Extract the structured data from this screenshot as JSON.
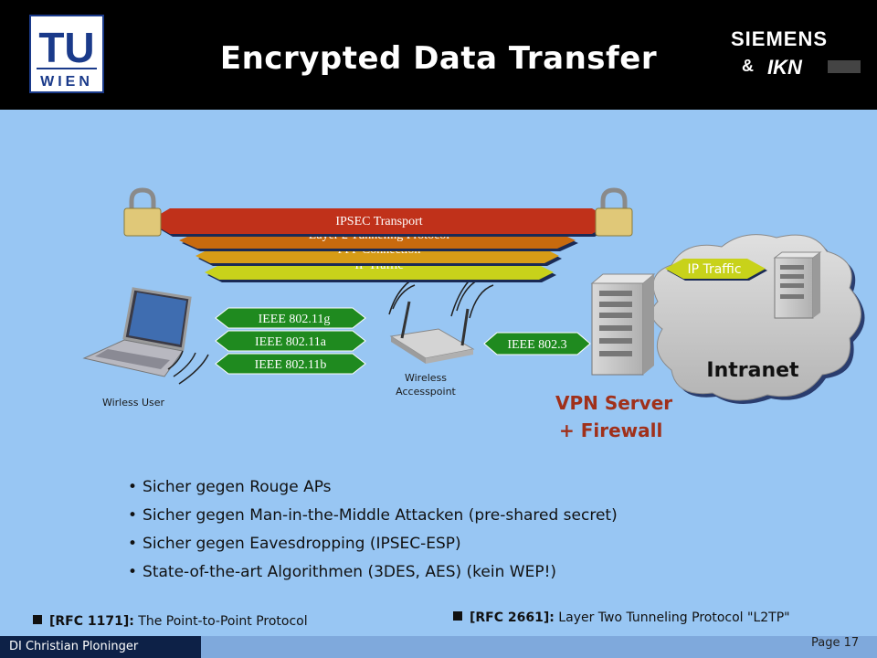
{
  "header": {
    "title": "Encrypted Data Transfer",
    "tu_logo": {
      "line1": "TU",
      "line2": "WIEN"
    },
    "siemens": "SIEMENS",
    "amp": "&",
    "ikn": "IKN"
  },
  "diagram": {
    "tunnels": [
      "IPSEC Transport",
      "Layer 2 Tunneling Protocol",
      "PPP Connection",
      "IP Traffic"
    ],
    "wifi_standards": [
      "IEEE 802.11g",
      "IEEE 802.11a",
      "IEEE 802.11b"
    ],
    "ethernet": "IEEE 802.3",
    "ip_traffic": "IP Traffic",
    "intranet": "Intranet",
    "wireless_user": "Wirless User",
    "accesspoint": "Wireless\nAccesspoint",
    "vpn_server": "VPN Server",
    "firewall": "+ Firewall",
    "colors": {
      "ipsec": "#c0311a",
      "l2tp": "#c86a0e",
      "ppp": "#d79c16",
      "ip": "#c8d21a",
      "green": "#1f8a1f",
      "vpn_text": "#a0301a"
    }
  },
  "bullets": [
    "Sicher gegen Rouge APs",
    "Sicher gegen Man-in-the-Middle Attacken (pre-shared secret)",
    "Sicher gegen Eavesdropping (IPSEC-ESP)",
    "State-of-the-art Algorithmen (3DES, AES) (kein WEP!)"
  ],
  "references": [
    {
      "id": "[RFC 1171]:",
      "text": " The Point-to-Point Protocol"
    },
    {
      "id": "[RFC 2661]:",
      "text": " Layer Two Tunneling Protocol \"L2TP\""
    }
  ],
  "footer": {
    "author": "DI Christian Ploninger",
    "page": "Page 17"
  }
}
